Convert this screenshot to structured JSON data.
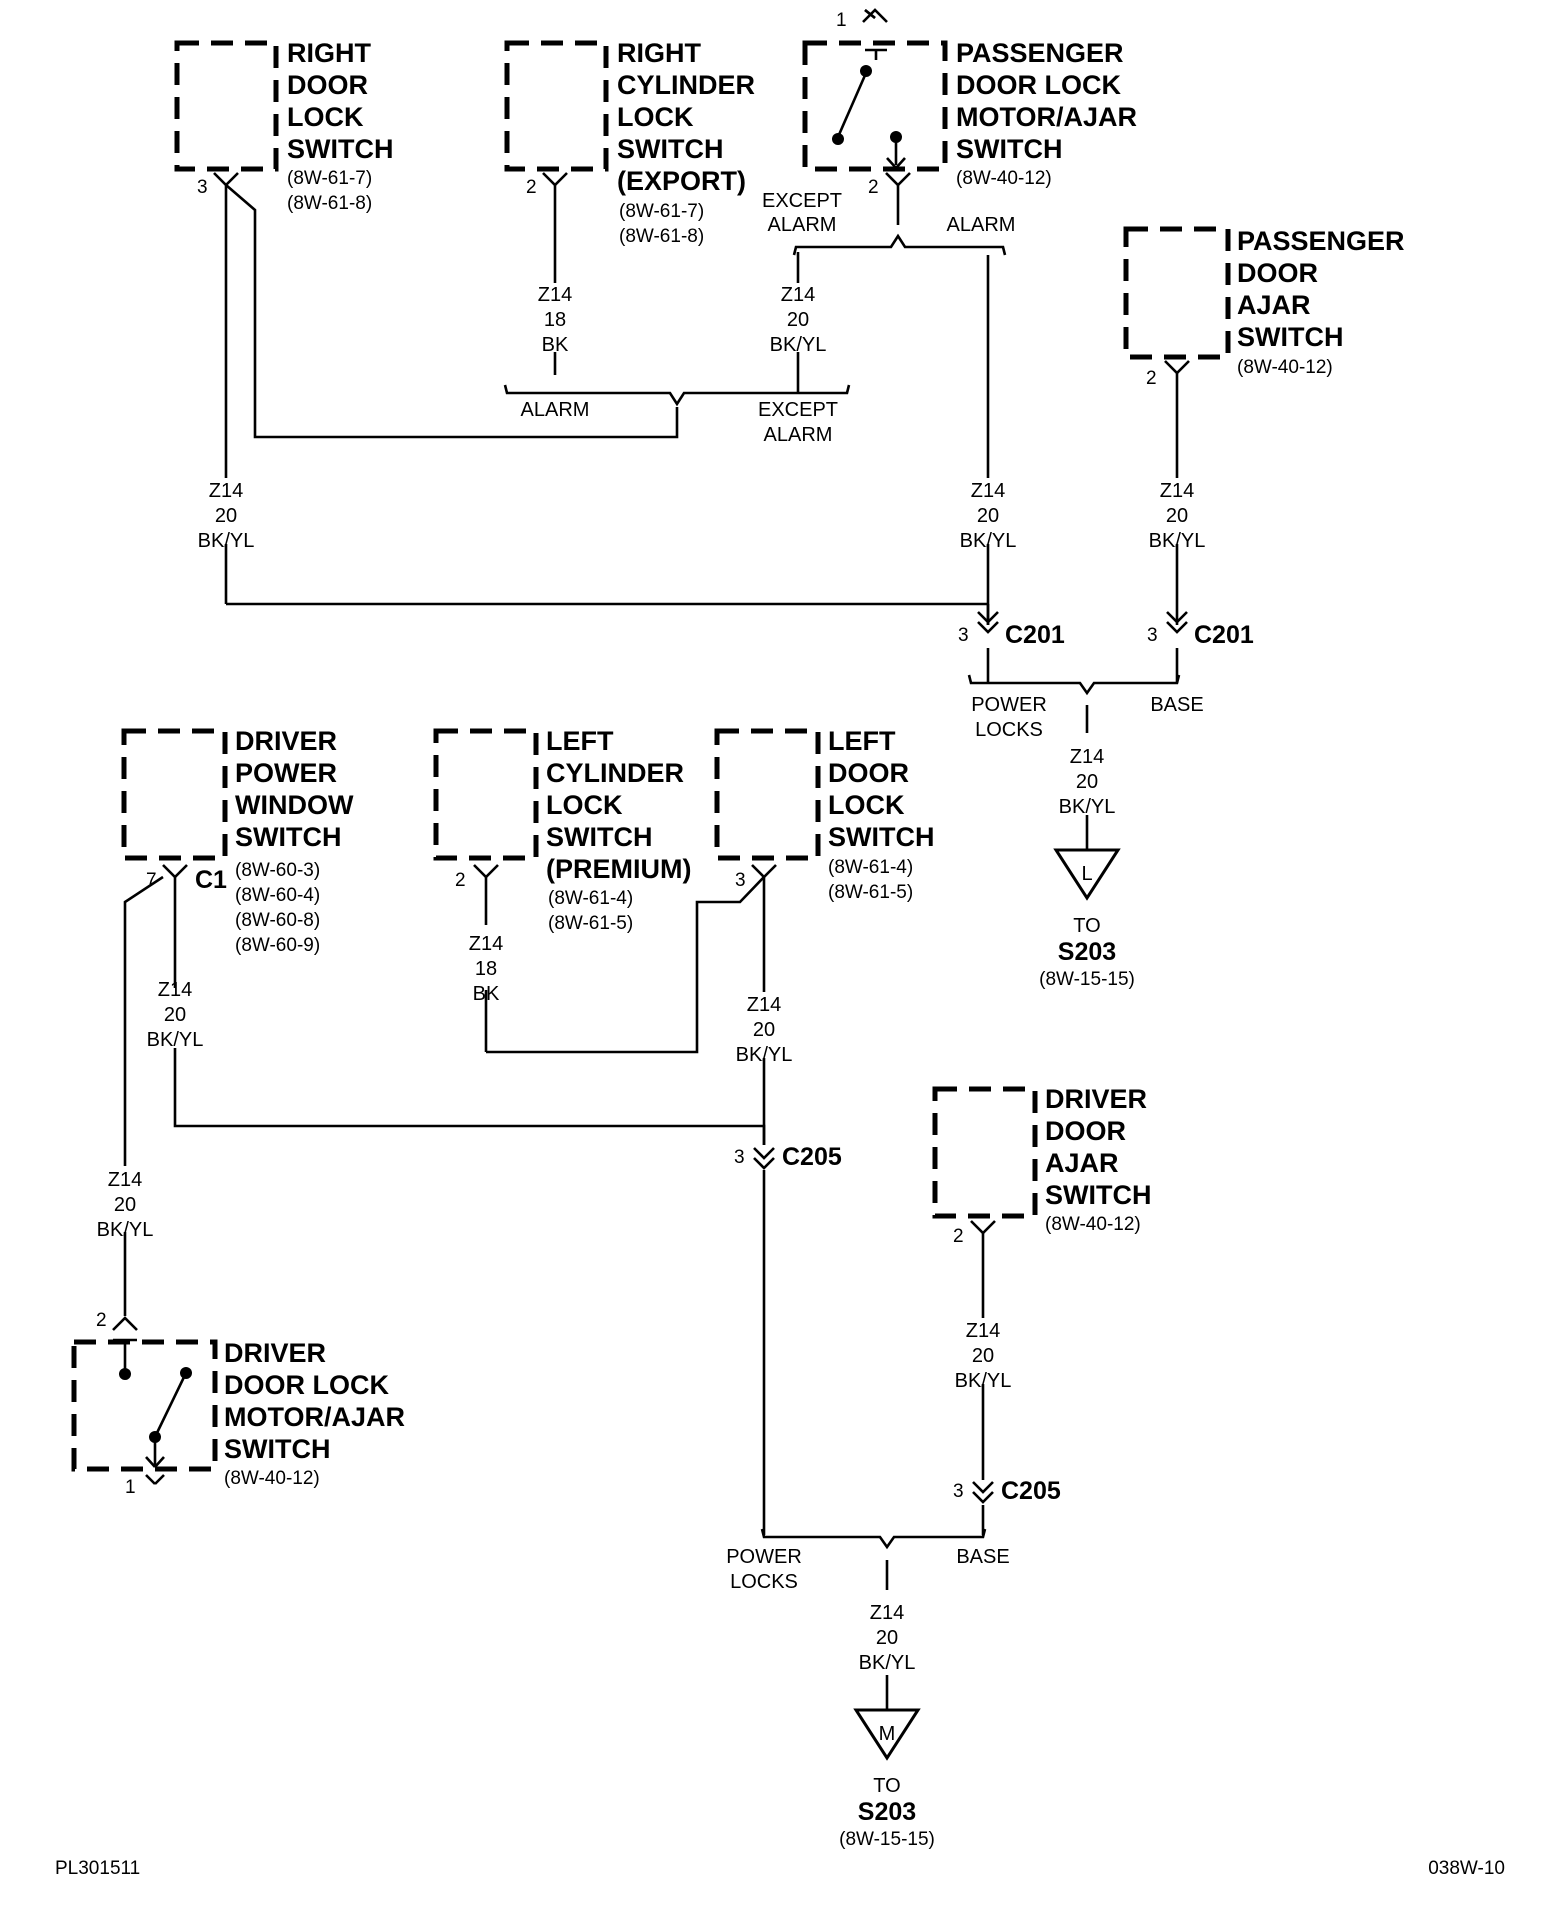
{
  "components": {
    "right_door_lock_switch": {
      "title": [
        "RIGHT",
        "DOOR",
        "LOCK",
        "SWITCH"
      ],
      "refs": [
        "(8W-61-7)",
        "(8W-61-8)"
      ],
      "pin": "3"
    },
    "right_cylinder_lock_switch": {
      "title": [
        "RIGHT",
        "CYLINDER",
        "LOCK",
        "SWITCH",
        "(EXPORT)"
      ],
      "refs": [
        "(8W-61-7)",
        "(8W-61-8)"
      ],
      "pin": "2"
    },
    "passenger_door_lock_motor": {
      "title": [
        "PASSENGER",
        "DOOR LOCK",
        "MOTOR/AJAR",
        "SWITCH"
      ],
      "refs": [
        "(8W-40-12)"
      ],
      "pin_top": "1",
      "pin": "2"
    },
    "passenger_door_ajar_switch": {
      "title": [
        "PASSENGER",
        "DOOR",
        "AJAR",
        "SWITCH"
      ],
      "refs": [
        "(8W-40-12)"
      ],
      "pin": "2"
    },
    "driver_power_window_switch": {
      "title": [
        "DRIVER",
        "POWER",
        "WINDOW",
        "SWITCH"
      ],
      "refs": [
        "(8W-60-3)",
        "(8W-60-4)",
        "(8W-60-8)",
        "(8W-60-9)"
      ],
      "pin": "7",
      "connector": "C1"
    },
    "left_cylinder_lock_switch": {
      "title": [
        "LEFT",
        "CYLINDER",
        "LOCK",
        "SWITCH",
        "(PREMIUM)"
      ],
      "refs": [
        "(8W-61-4)",
        "(8W-61-5)"
      ],
      "pin": "2"
    },
    "left_door_lock_switch": {
      "title": [
        "LEFT",
        "DOOR",
        "LOCK",
        "SWITCH"
      ],
      "refs": [
        "(8W-61-4)",
        "(8W-61-5)"
      ],
      "pin": "3"
    },
    "driver_door_ajar_switch": {
      "title": [
        "DRIVER",
        "DOOR",
        "AJAR",
        "SWITCH"
      ],
      "refs": [
        "(8W-40-12)"
      ],
      "pin": "2"
    },
    "driver_door_lock_motor": {
      "title": [
        "DRIVER",
        "DOOR LOCK",
        "MOTOR/AJAR",
        "SWITCH"
      ],
      "refs": [
        "(8W-40-12)"
      ],
      "pin_top": "2",
      "pin_bottom": "1"
    }
  },
  "wires": {
    "z14_20": [
      "Z14",
      "20",
      "BK/YL"
    ],
    "z14_18": [
      "Z14",
      "18",
      "BK"
    ]
  },
  "branches": {
    "except_alarm": [
      "EXCEPT",
      "ALARM"
    ],
    "alarm": "ALARM",
    "power_locks": [
      "POWER",
      "LOCKS"
    ],
    "base": "BASE"
  },
  "connectors": {
    "c201": "C201",
    "c205": "C205",
    "pin3": "3"
  },
  "splices": {
    "top": {
      "letter": "L",
      "to": "TO",
      "name": "S203",
      "ref": "(8W-15-15)"
    },
    "bottom": {
      "letter": "M",
      "to": "TO",
      "name": "S203",
      "ref": "(8W-15-15)"
    }
  },
  "footer": {
    "left": "PL301511",
    "right": "038W-10"
  }
}
